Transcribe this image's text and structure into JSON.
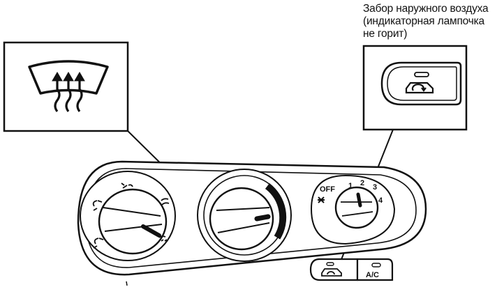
{
  "caption": {
    "lines": [
      "Забор наружного воздуха",
      "(индикаторная лампочка",
      "не горит)"
    ]
  },
  "fan_dial": {
    "off_label": "OFF",
    "speeds": [
      "1",
      "2",
      "3",
      "4"
    ]
  },
  "buttons": {
    "ac_label": "A/C"
  },
  "icons": [
    "windshield-defrost-icon",
    "air-recirculation-icon",
    "fan-icon",
    "vent-mode-icon",
    "indicator-lamp-icon"
  ]
}
